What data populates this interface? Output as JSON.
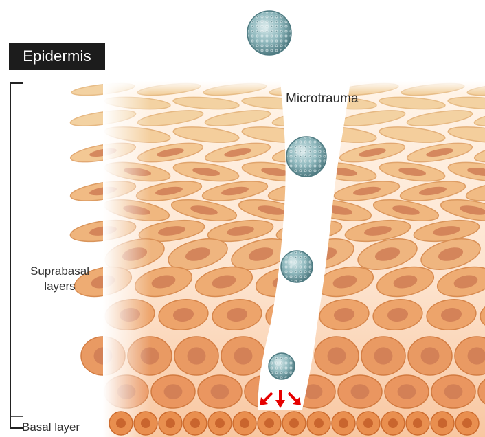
{
  "labels": {
    "epidermis": "Epidermis",
    "microtrauma": "Microtrauma",
    "suprabasal_line1": "Suprabasal",
    "suprabasal_line2": "layers",
    "basal": "Basal layer"
  },
  "colors": {
    "label_background": "#1c1c1c",
    "upper_cells": "#f3d2a2",
    "middle_cells": "#efb57f",
    "lower_cells": "#e99a63",
    "basal_cells": "#e98f4f",
    "virus": "#8fb8bd",
    "arrows": "#e60000"
  },
  "icons": [
    "virus-particle-icon",
    "red-arrow-icon"
  ]
}
